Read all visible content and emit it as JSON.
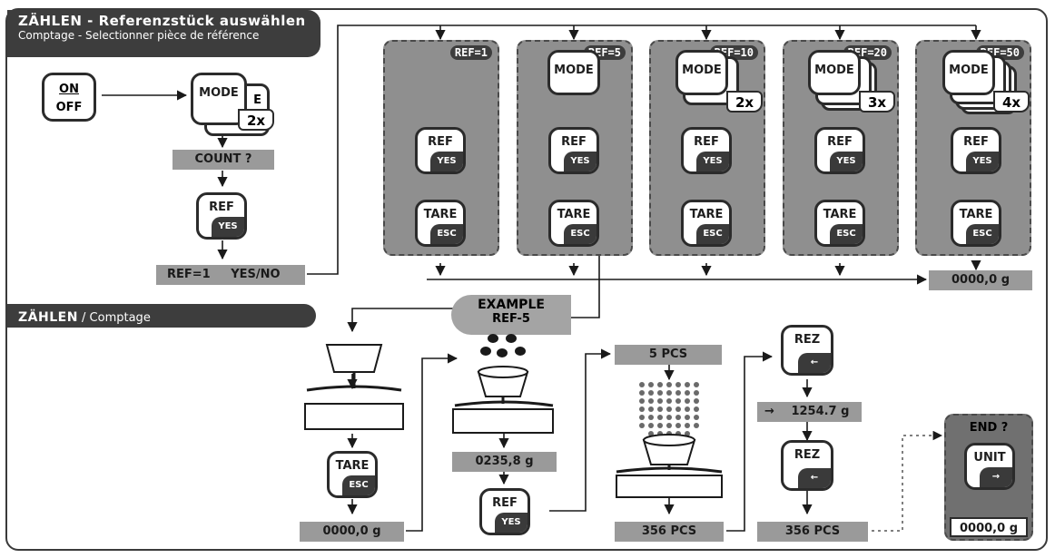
{
  "header_top": {
    "title": "ZÄHLEN - Referenzstück auswählen",
    "subtitle": "Comptage - Selectionner pièce de référence"
  },
  "header_bottom": {
    "title": "ZÄHLEN",
    "subtitle": " / Comptage"
  },
  "keys": {
    "on": "ON",
    "off": "OFF",
    "mode": "MODE",
    "mode_partial": "E",
    "ref": "REF",
    "yes": "YES",
    "tare": "TARE",
    "esc": "ESC",
    "rez": "REZ",
    "unit": "UNIT"
  },
  "multipliers": {
    "m2": "2x",
    "m3": "3x",
    "m4": "4x"
  },
  "displays": {
    "count": "COUNT ?",
    "ref_prompt_left": "REF=1",
    "ref_prompt_right": "YES/NO",
    "weight_zero": "0000,0 g",
    "weight_ref": "0235,8 g",
    "weight_total": "1254.7 g",
    "weight_arrow": "→",
    "pcs_ref": "5 PCS",
    "pcs_count": "356 PCS",
    "weight_zero_end": "0000,0 g"
  },
  "panels": [
    {
      "label": "REF=1"
    },
    {
      "label": "REF=5"
    },
    {
      "label": "REF=10"
    },
    {
      "label": "REF=20"
    },
    {
      "label": "REF=50"
    }
  ],
  "example": {
    "line1": "EXAMPLE",
    "line2": "REF-5"
  },
  "end_panel": {
    "label": "END ?"
  }
}
